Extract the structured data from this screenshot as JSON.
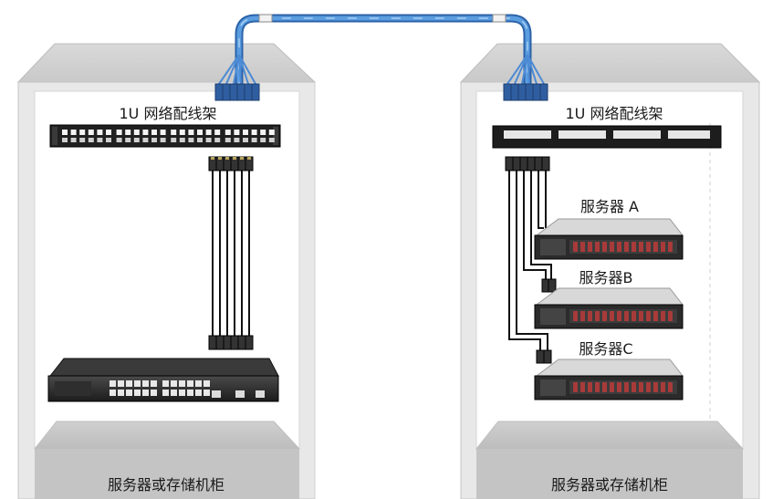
{
  "left_cabinet": {
    "patch_panel_label": "1U 网络配线架",
    "cabinet_label": "服务器或存储机柜"
  },
  "right_cabinet": {
    "patch_panel_label": "1U 网络配线架",
    "cabinet_label": "服务器或存储机柜",
    "servers": [
      {
        "label": "服务器 A"
      },
      {
        "label": "服务器B"
      },
      {
        "label": "服务器C"
      }
    ]
  },
  "colors": {
    "trunk_cable": "#3a7fd0",
    "cabinet_frame": "#d0d0d0",
    "cabinet_panel": "#bdbdbd",
    "device_body": "#2a2a2a"
  }
}
